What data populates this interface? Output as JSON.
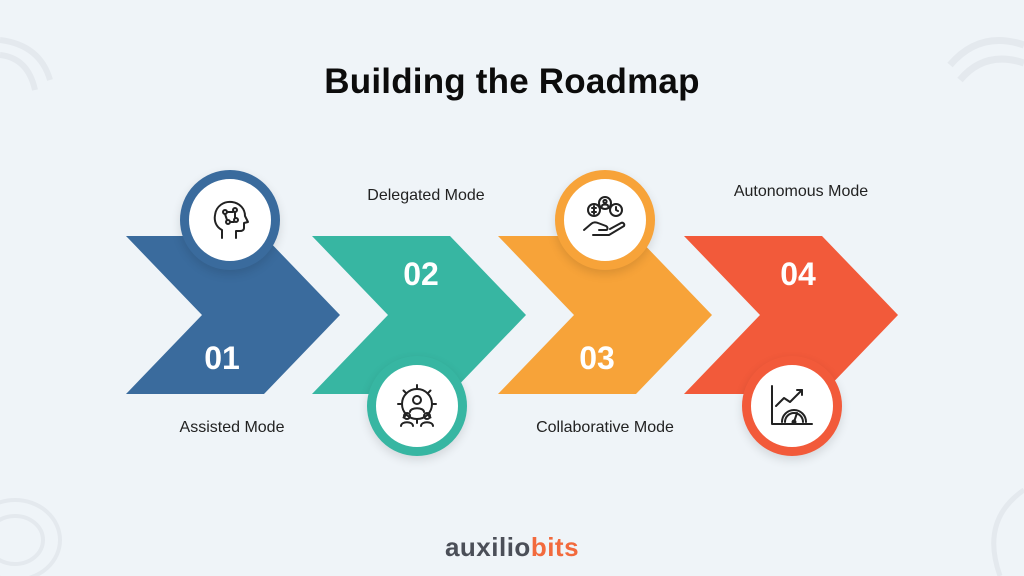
{
  "title": "Building the Roadmap",
  "steps": [
    {
      "number": "01",
      "label": "Assisted Mode",
      "color": "#3a6b9d",
      "icon": "head-circuit-icon"
    },
    {
      "number": "02",
      "label": "Delegated Mode",
      "color": "#37b6a2",
      "icon": "gear-team-icon"
    },
    {
      "number": "03",
      "label": "Collaborative Mode",
      "color": "#f7a339",
      "icon": "hand-money-time-icon"
    },
    {
      "number": "04",
      "label": "Autonomous Mode",
      "color": "#f25a3a",
      "icon": "growth-gauge-icon"
    }
  ],
  "logo": {
    "part1": "auxilio",
    "part2": "bits"
  }
}
